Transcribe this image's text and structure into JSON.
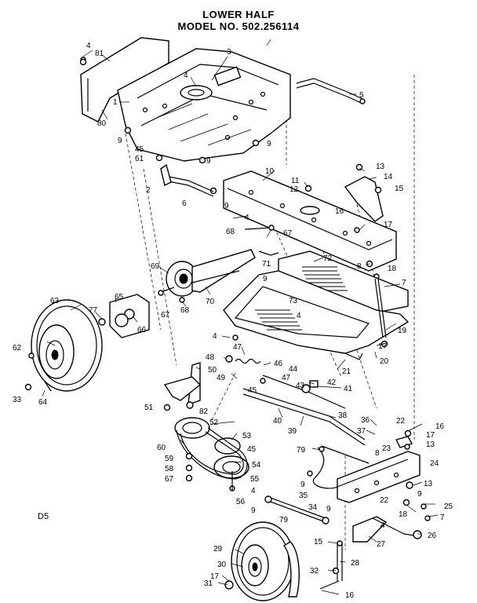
{
  "header": {
    "title_line1": "LOWER HALF",
    "title_line2": "MODEL NO. 502.256114"
  },
  "footer": {
    "diagram_code": "D5"
  },
  "callouts": [
    {
      "id": "c1",
      "text": "4"
    },
    {
      "id": "c2",
      "text": "81"
    },
    {
      "id": "c3",
      "text": "3"
    },
    {
      "id": "c4",
      "text": "4"
    },
    {
      "id": "c5",
      "text": "1"
    },
    {
      "id": "c6",
      "text": "5"
    },
    {
      "id": "c7",
      "text": "80"
    },
    {
      "id": "c8",
      "text": "9"
    },
    {
      "id": "c9",
      "text": "45"
    },
    {
      "id": "c10",
      "text": "9"
    },
    {
      "id": "c11",
      "text": "61"
    },
    {
      "id": "c12",
      "text": "9"
    },
    {
      "id": "c13",
      "text": "10"
    },
    {
      "id": "c14",
      "text": "11"
    },
    {
      "id": "c15",
      "text": "12"
    },
    {
      "id": "c16",
      "text": "13"
    },
    {
      "id": "c17",
      "text": "14"
    },
    {
      "id": "c18",
      "text": "15"
    },
    {
      "id": "c19",
      "text": "2"
    },
    {
      "id": "c20",
      "text": "6"
    },
    {
      "id": "c21",
      "text": "9"
    },
    {
      "id": "c22",
      "text": "4"
    },
    {
      "id": "c23",
      "text": "16"
    },
    {
      "id": "c24",
      "text": "17"
    },
    {
      "id": "c25",
      "text": "68"
    },
    {
      "id": "c26",
      "text": "67"
    },
    {
      "id": "c27",
      "text": "71"
    },
    {
      "id": "c28",
      "text": "72"
    },
    {
      "id": "c29",
      "text": "8"
    },
    {
      "id": "c30",
      "text": "18"
    },
    {
      "id": "c31",
      "text": "69"
    },
    {
      "id": "c32",
      "text": "9"
    },
    {
      "id": "c33",
      "text": "7"
    },
    {
      "id": "c34",
      "text": "70"
    },
    {
      "id": "c35",
      "text": "68"
    },
    {
      "id": "c36",
      "text": "67"
    },
    {
      "id": "c37",
      "text": "73"
    },
    {
      "id": "c38",
      "text": "63"
    },
    {
      "id": "c39",
      "text": "77"
    },
    {
      "id": "c40",
      "text": "65"
    },
    {
      "id": "c41",
      "text": "66"
    },
    {
      "id": "c42",
      "text": "4"
    },
    {
      "id": "c43",
      "text": "19"
    },
    {
      "id": "c44",
      "text": "4"
    },
    {
      "id": "c45",
      "text": "47"
    },
    {
      "id": "c46",
      "text": "17"
    },
    {
      "id": "c47",
      "text": "62"
    },
    {
      "id": "c48",
      "text": "48"
    },
    {
      "id": "c49",
      "text": "46"
    },
    {
      "id": "c50",
      "text": "44"
    },
    {
      "id": "c51",
      "text": "20"
    },
    {
      "id": "c52",
      "text": "21"
    },
    {
      "id": "c53",
      "text": "50"
    },
    {
      "id": "c54",
      "text": "47"
    },
    {
      "id": "c55",
      "text": "49"
    },
    {
      "id": "c56",
      "text": "43"
    },
    {
      "id": "c57",
      "text": "42"
    },
    {
      "id": "c58",
      "text": "45"
    },
    {
      "id": "c59",
      "text": "41"
    },
    {
      "id": "c60",
      "text": "33"
    },
    {
      "id": "c61",
      "text": "64"
    },
    {
      "id": "c62",
      "text": "51"
    },
    {
      "id": "c63",
      "text": "82"
    },
    {
      "id": "c64",
      "text": "38"
    },
    {
      "id": "c65",
      "text": "40"
    },
    {
      "id": "c66",
      "text": "36"
    },
    {
      "id": "c67",
      "text": "22"
    },
    {
      "id": "c68",
      "text": "16"
    },
    {
      "id": "c69",
      "text": "52"
    },
    {
      "id": "c70",
      "text": "17"
    },
    {
      "id": "c71",
      "text": "39"
    },
    {
      "id": "c72",
      "text": "37"
    },
    {
      "id": "c73",
      "text": "13"
    },
    {
      "id": "c74",
      "text": "53"
    },
    {
      "id": "c75",
      "text": "60"
    },
    {
      "id": "c76",
      "text": "45"
    },
    {
      "id": "c77",
      "text": "79"
    },
    {
      "id": "c78",
      "text": "8"
    },
    {
      "id": "c79",
      "text": "23"
    },
    {
      "id": "c80",
      "text": "24"
    },
    {
      "id": "c81",
      "text": "59"
    },
    {
      "id": "c82",
      "text": "54"
    },
    {
      "id": "c83",
      "text": "58"
    },
    {
      "id": "c84",
      "text": "13"
    },
    {
      "id": "c85",
      "text": "67"
    },
    {
      "id": "c86",
      "text": "55"
    },
    {
      "id": "c87",
      "text": "9"
    },
    {
      "id": "c88",
      "text": "9"
    },
    {
      "id": "c89",
      "text": "4"
    },
    {
      "id": "c90",
      "text": "35"
    },
    {
      "id": "c91",
      "text": "34"
    },
    {
      "id": "c92",
      "text": "22"
    },
    {
      "id": "c93",
      "text": "25"
    },
    {
      "id": "c94",
      "text": "56"
    },
    {
      "id": "c95",
      "text": "9"
    },
    {
      "id": "c96",
      "text": "9"
    },
    {
      "id": "c97",
      "text": "18"
    },
    {
      "id": "c98",
      "text": "7"
    },
    {
      "id": "c99",
      "text": "79"
    },
    {
      "id": "c100",
      "text": "4"
    },
    {
      "id": "c101",
      "text": "26"
    },
    {
      "id": "c102",
      "text": "15"
    },
    {
      "id": "c103",
      "text": "27"
    },
    {
      "id": "c104",
      "text": "29"
    },
    {
      "id": "c105",
      "text": "28"
    },
    {
      "id": "c106",
      "text": "30"
    },
    {
      "id": "c107",
      "text": "32"
    },
    {
      "id": "c108",
      "text": "17"
    },
    {
      "id": "c109",
      "text": "31"
    },
    {
      "id": "c110",
      "text": "16"
    }
  ]
}
